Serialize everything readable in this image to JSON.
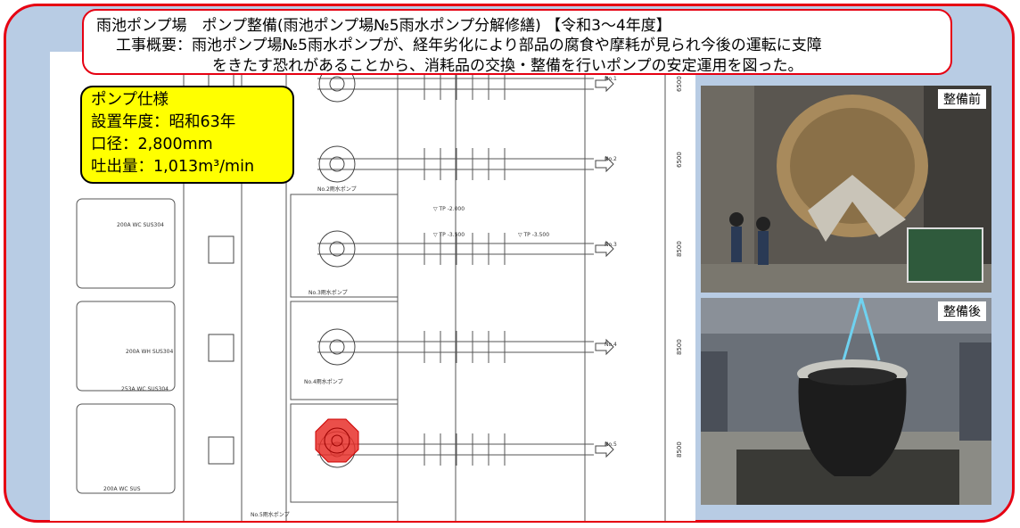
{
  "header": {
    "title": "雨池ポンプ場　ポンプ整備(雨池ポンプ場№5雨水ポンプ分解修繕) 【令和3～4年度】",
    "summary_line1": "工事概要：雨池ポンプ場№5雨水ポンプが、経年劣化により部品の腐食や摩耗が見られ今後の運転に支障",
    "summary_line2": "をきたす恐れがあることから、消耗品の交換・整備を行いポンプの安定運用を図った。"
  },
  "spec": {
    "title": "ポンプ仕様",
    "year": "設置年度：昭和63年",
    "diameter": "口径：2,800mm",
    "discharge": "吐出量：1,013m³/min"
  },
  "drawing": {
    "pump_labels": [
      "No.2雨水ポンプ",
      "No.3雨水ポンプ",
      "No.4雨水ポンプ",
      "No.5雨水ポンプ"
    ],
    "outlet_labels": [
      "No.1",
      "No.2",
      "No.3",
      "No.4",
      "No.5"
    ],
    "level_labels": [
      "▽ TP -3.500",
      "▽ TP -3.500",
      "▽ TP -2.000"
    ],
    "pipe_labels": [
      "200A WC SUS304",
      "200A WH SUS304",
      "253A WC SUS304",
      "200A WC SUS"
    ],
    "dimension_labels": [
      "6500",
      "6500",
      "8500",
      "8500",
      "8500"
    ],
    "highlight_color": "#e8302a"
  },
  "photos": {
    "before_label": "整備前",
    "after_label": "整備後"
  }
}
